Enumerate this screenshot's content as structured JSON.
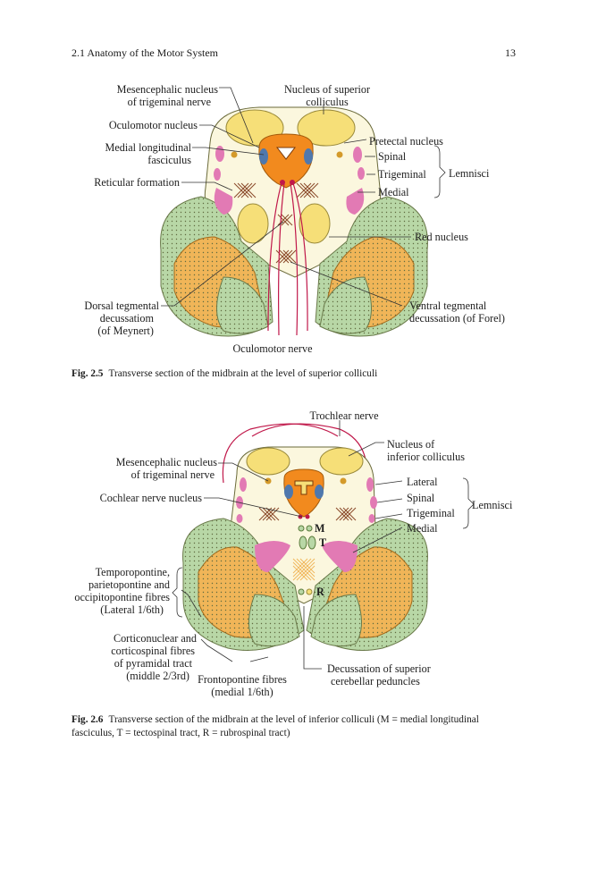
{
  "header": {
    "section": "2.1    Anatomy of the Motor System",
    "page_number": "13"
  },
  "colors": {
    "tegmentum_fill": "#fbf7de",
    "peduncle_green": "#b8d7a6",
    "peduncle_orange": "#f0b558",
    "nucleus_yellow": "#f6df78",
    "central_orange": "#f28a1e",
    "lemniscus_pink": "#e27ab4",
    "nerve_red": "#c0184a",
    "blue": "#4f78ad"
  },
  "fig25": {
    "labels": {
      "mes_nucleus_1": "Mesencephalic nucleus",
      "mes_nucleus_2": "of trigeminal nerve",
      "sup_colliculus_1": "Nucleus of superior",
      "sup_colliculus_2": "colliculus",
      "oculomotor_nucleus": "Oculomotor nucleus",
      "pretectal": "Pretectal nucleus",
      "mlf_1": "Medial longitudinal",
      "mlf_2": "fasciculus",
      "spinal": "Spinal",
      "trigeminal": "Trigeminal",
      "medial": "Medial",
      "lemnisci": "Lemnisci",
      "reticular": "Reticular formation",
      "red_nucleus": "Red nucleus",
      "dorsal_1": "Dorsal tegmental",
      "dorsal_2": "decussatiom",
      "dorsal_3": "(of Meynert)",
      "ventral_1": "Ventral tegmental",
      "ventral_2": "decussation (of Forel)",
      "oculomotor_nerve": "Oculomotor nerve"
    },
    "caption_label": "Fig. 2.5",
    "caption_text": "Transverse section of the midbrain at the level of superior colliculi"
  },
  "fig26": {
    "labels": {
      "trochlear": "Trochlear nerve",
      "inf_colliculus_1": "Nucleus of",
      "inf_colliculus_2": "inferior colliculus",
      "mes_nucleus_1": "Mesencephalic nucleus",
      "mes_nucleus_2": "of trigeminal nerve",
      "lateral": "Lateral",
      "cochlear": "Cochlear nerve nucleus",
      "spinal": "Spinal",
      "trigeminal": "Trigeminal",
      "lemnisci": "Lemnisci",
      "medial": "Medial",
      "m": "M",
      "t": "T",
      "r": "R",
      "temporo_1": "Temporopontine,",
      "temporo_2": "parietopontine and",
      "temporo_3": "occipitopontine fibres",
      "temporo_4": "(Lateral 1/6th)",
      "cortico_1": "Corticonuclear and",
      "cortico_2": "corticospinal fibres",
      "cortico_3": "of pyramidal tract",
      "cortico_4": "(middle 2/3rd)",
      "fronto_1": "Frontopontine fibres",
      "fronto_2": "(medial 1/6th)",
      "decussation_1": "Decussation of superior",
      "decussation_2": "cerebellar peduncles"
    },
    "caption_label": "Fig. 2.6",
    "caption_text": "Transverse section of the midbrain at the level of inferior colliculi (M = medial longitudinal fasciculus, T = tectospinal tract, R = rubrospinal tract)"
  }
}
